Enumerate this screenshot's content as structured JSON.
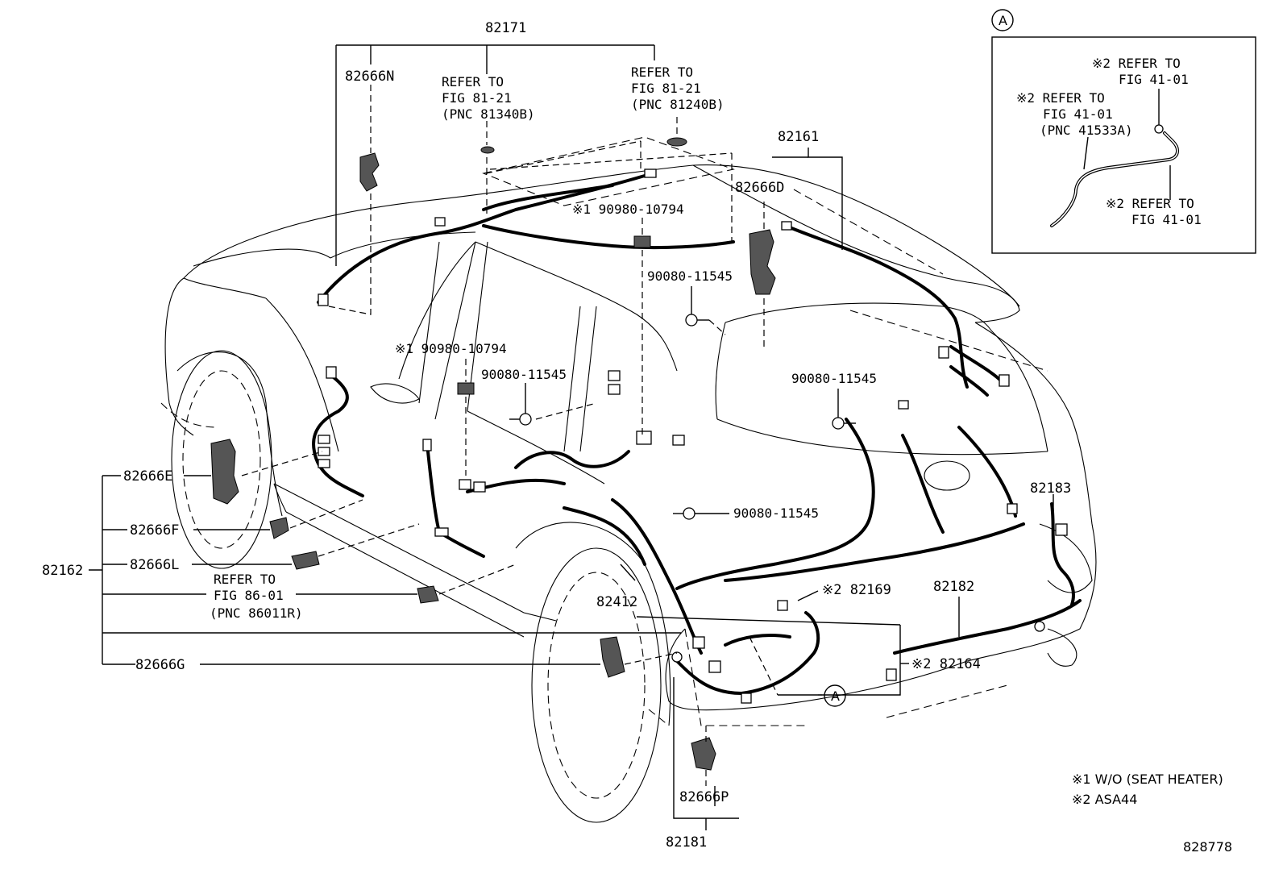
{
  "labels": {
    "p82171": "82171",
    "p82666N": "82666N",
    "ref_a_1": "REFER TO",
    "ref_a_2": "FIG 81-21",
    "ref_a_3": "(PNC 81340B)",
    "ref_b_1": "REFER TO",
    "ref_b_2": "FIG 81-21",
    "ref_b_3": "(PNC 81240B)",
    "p82161": "82161",
    "p82666D": "82666D",
    "s1_90980_top": "※1 90980-10794",
    "s1_90980_mid": "※1 90980-10794",
    "b90080_a": "90080-11545",
    "b90080_b": "90080-11545",
    "b90080_c": "90080-11545",
    "b90080_d": "90080-11545",
    "p82666E": "82666E",
    "p82666F": "82666F",
    "p82162": "82162",
    "p82666L": "82666L",
    "ref_c_1": "REFER TO",
    "ref_c_2": "FIG 86-01",
    "ref_c_3": "(PNC 86011R)",
    "p82666G": "82666G",
    "p82412": "82412",
    "p82169": "※2 82169",
    "p82182": "82182",
    "p82183": "82183",
    "p82164": "※2 82164",
    "p82666P": "82666P",
    "p82181": "82181",
    "callout_a": "A",
    "inset_a": "A",
    "inset_ref1_1": "※2 REFER TO",
    "inset_ref1_2": "FIG 41-01",
    "inset_ref2_1": "※2 REFER TO",
    "inset_ref2_2": "FIG 41-01",
    "inset_ref2_3": "(PNC 41533A)",
    "inset_ref3_1": "※2 REFER TO",
    "inset_ref3_2": "FIG 41-01",
    "note1": "※1 W/O (SEAT HEATER)",
    "note2": "※2 ASA44",
    "diagram_id": "828778"
  }
}
